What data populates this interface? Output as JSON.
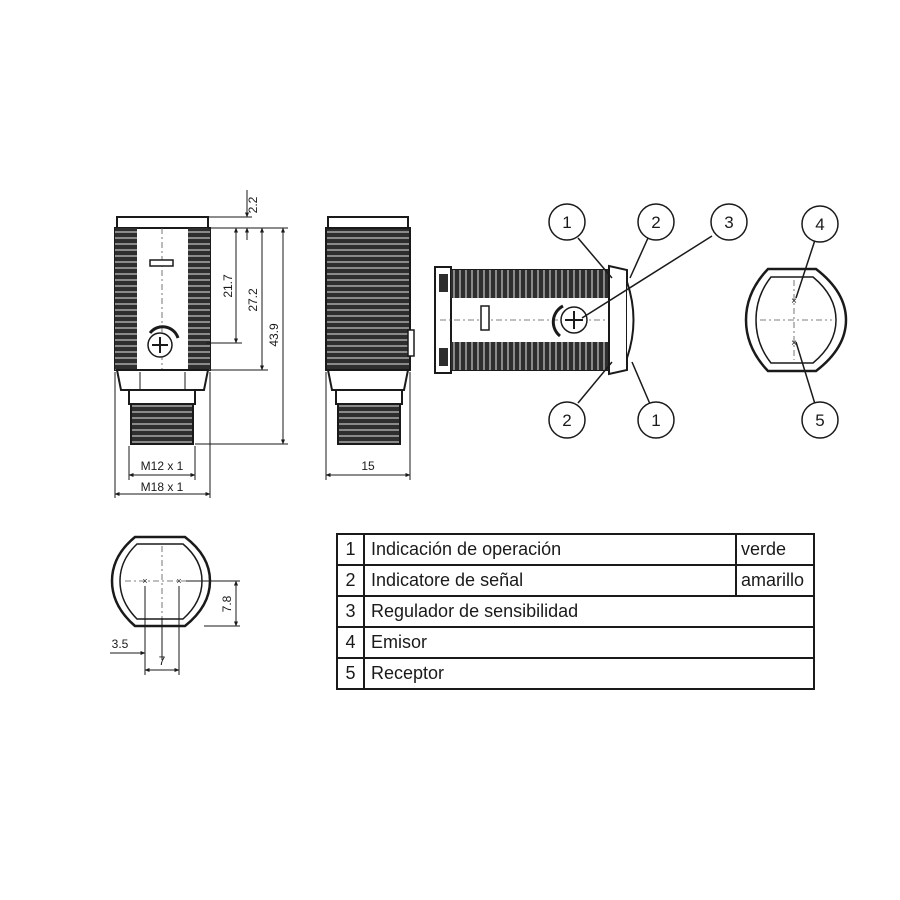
{
  "dimensions": {
    "d_2_2": "2.2",
    "d_21_7": "21.7",
    "d_27_2": "27.2",
    "d_43_9": "43.9",
    "thread_m12": "M12 x 1",
    "thread_m18": "M18 x 1",
    "width_15": "15",
    "d_7_8": "7.8",
    "d_3_5": "3.5",
    "d_7": "7"
  },
  "callouts": [
    "1",
    "2",
    "3",
    "1",
    "2",
    "4",
    "5"
  ],
  "legend": {
    "rows": [
      {
        "num": "1",
        "text": "Indicación de operación",
        "color": "verde"
      },
      {
        "num": "2",
        "text": "Indicatore de señal",
        "color": "amarillo"
      },
      {
        "num": "3",
        "text": "Regulador de sensibilidad"
      },
      {
        "num": "4",
        "text": "Emisor"
      },
      {
        "num": "5",
        "text": "Receptor"
      }
    ]
  }
}
